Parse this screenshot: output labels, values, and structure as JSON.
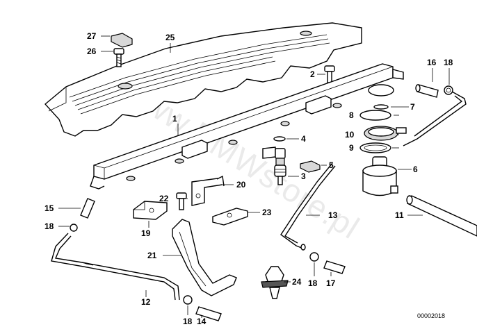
{
  "watermark": "www.BMWstore.pl",
  "reference_code": "00002018",
  "part_labels": {
    "p1": "1",
    "p2": "2",
    "p3": "3",
    "p4": "4",
    "p5": "5",
    "p6": "6",
    "p7": "7",
    "p8": "8",
    "p9": "9",
    "p10": "10",
    "p11": "11",
    "p12": "12",
    "p13": "13",
    "p14": "14",
    "p15": "15",
    "p16": "16",
    "p17": "17",
    "p18a": "18",
    "p18b": "18",
    "p18c": "18",
    "p18d": "18",
    "p19": "19",
    "p20": "20",
    "p21": "21",
    "p22": "22",
    "p23": "23",
    "p24": "24",
    "p25": "25",
    "p26": "26",
    "p27": "27"
  }
}
